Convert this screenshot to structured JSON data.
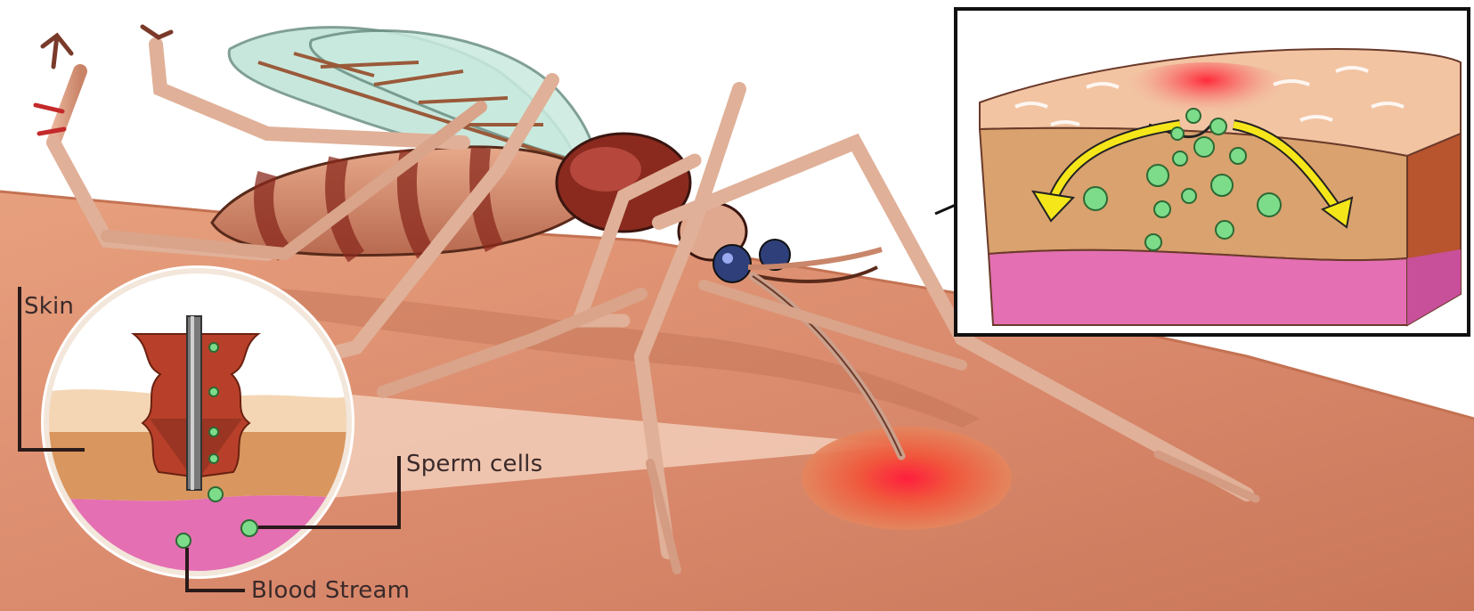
{
  "labels": {
    "skin": "Skin",
    "sperm_cells": "Sperm cells",
    "blood_stream": "Blood Stream"
  },
  "colors": {
    "skin_surface": "#d98c6e",
    "skin_light": "#f0c2a6",
    "mosquito_body": "#c97b5a",
    "mosquito_stripe": "#8a2a1e",
    "wing": "#bfe3d6",
    "eye": "#2e3f7a",
    "bite_red": "#e8333a",
    "cell_green": "#7ddc8a",
    "blood_pink": "#e46fb2",
    "arrow_yellow": "#f5e61a",
    "outline": "#1a1a1a"
  }
}
